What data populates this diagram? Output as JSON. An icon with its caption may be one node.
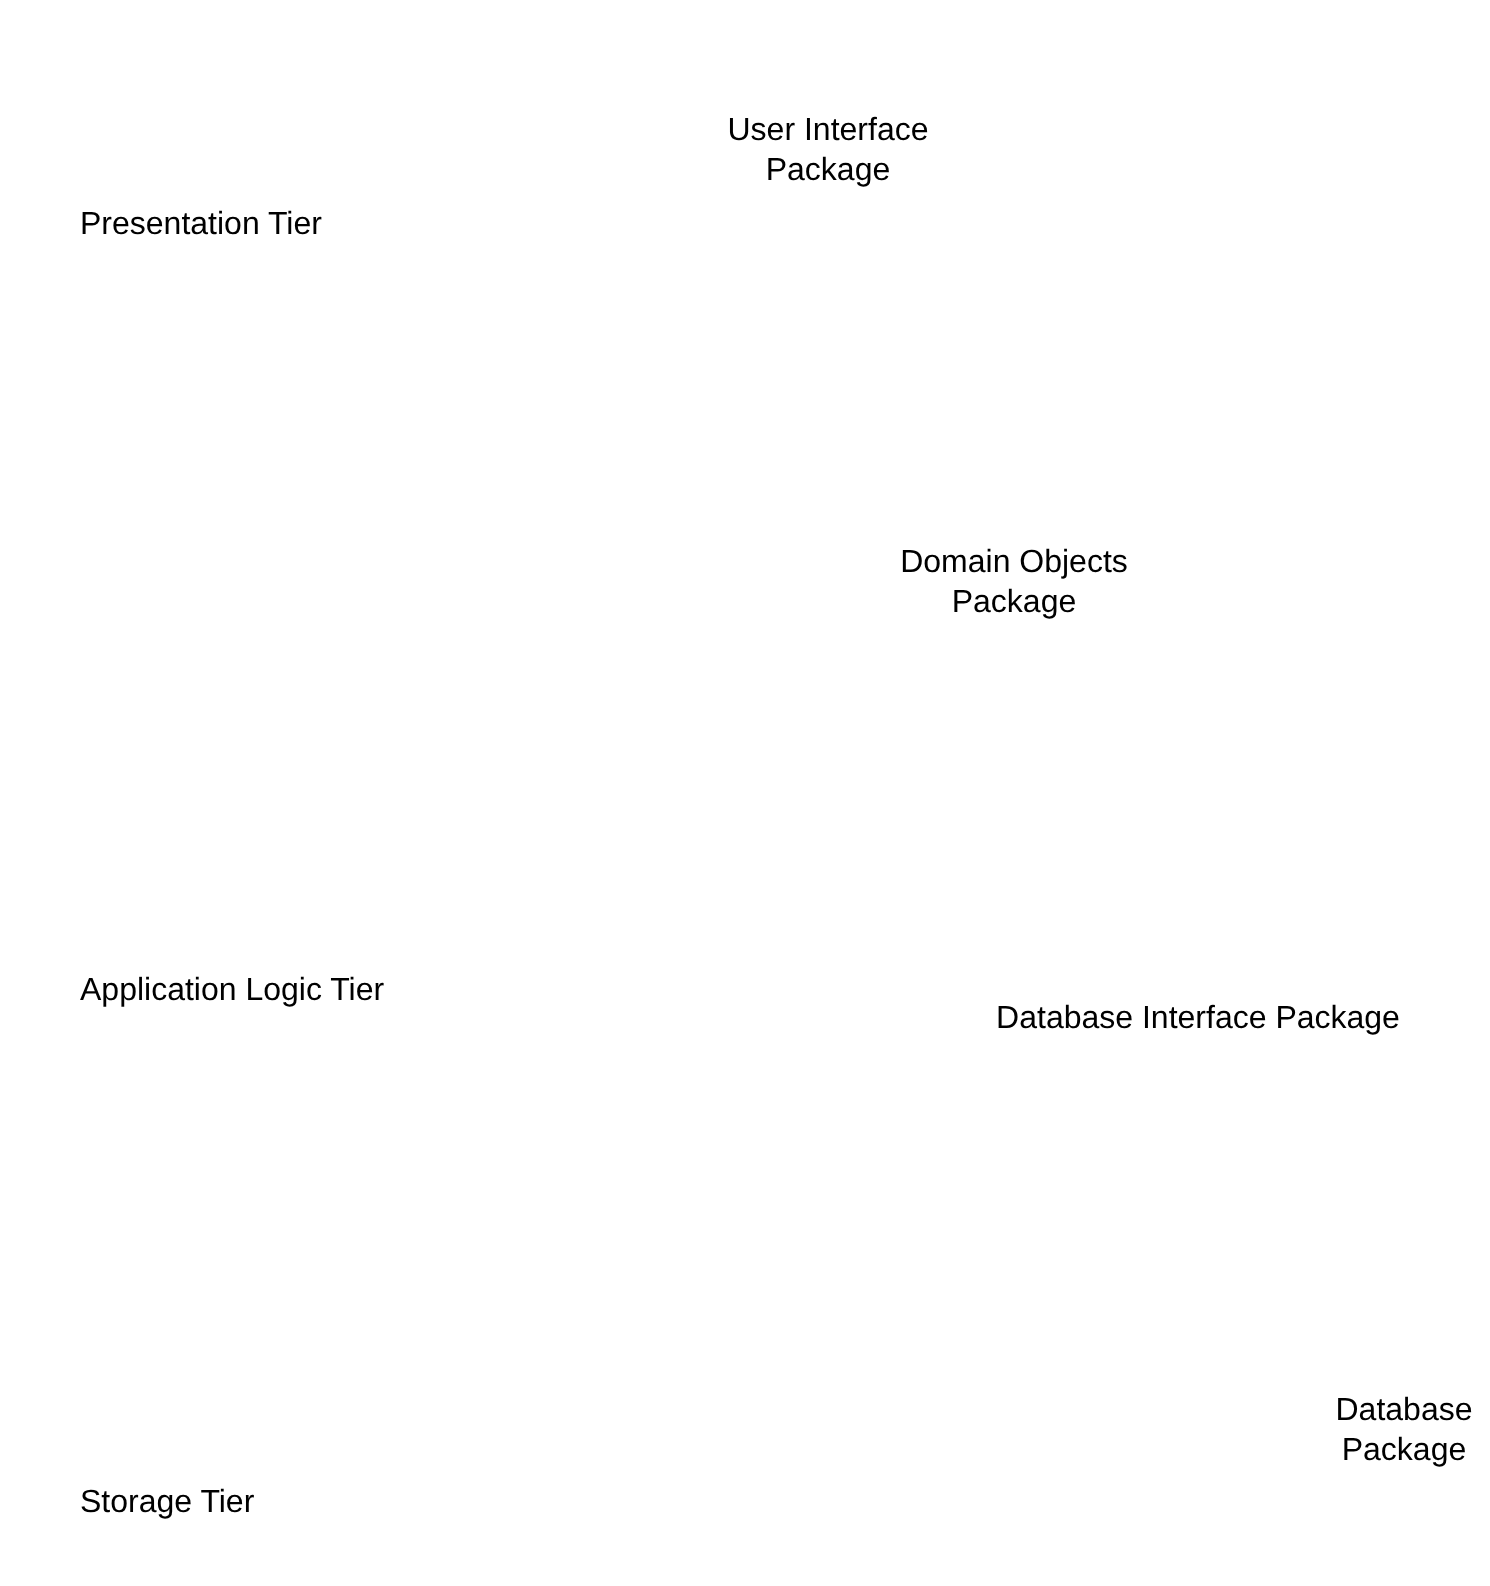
{
  "diagram": {
    "labels": [
      "User Interface Package",
      "Presentation Tier",
      "Domain Objects Package",
      "Application Logic Tier",
      "Database Interface Package",
      "Database Package",
      "Storage Tier"
    ]
  }
}
